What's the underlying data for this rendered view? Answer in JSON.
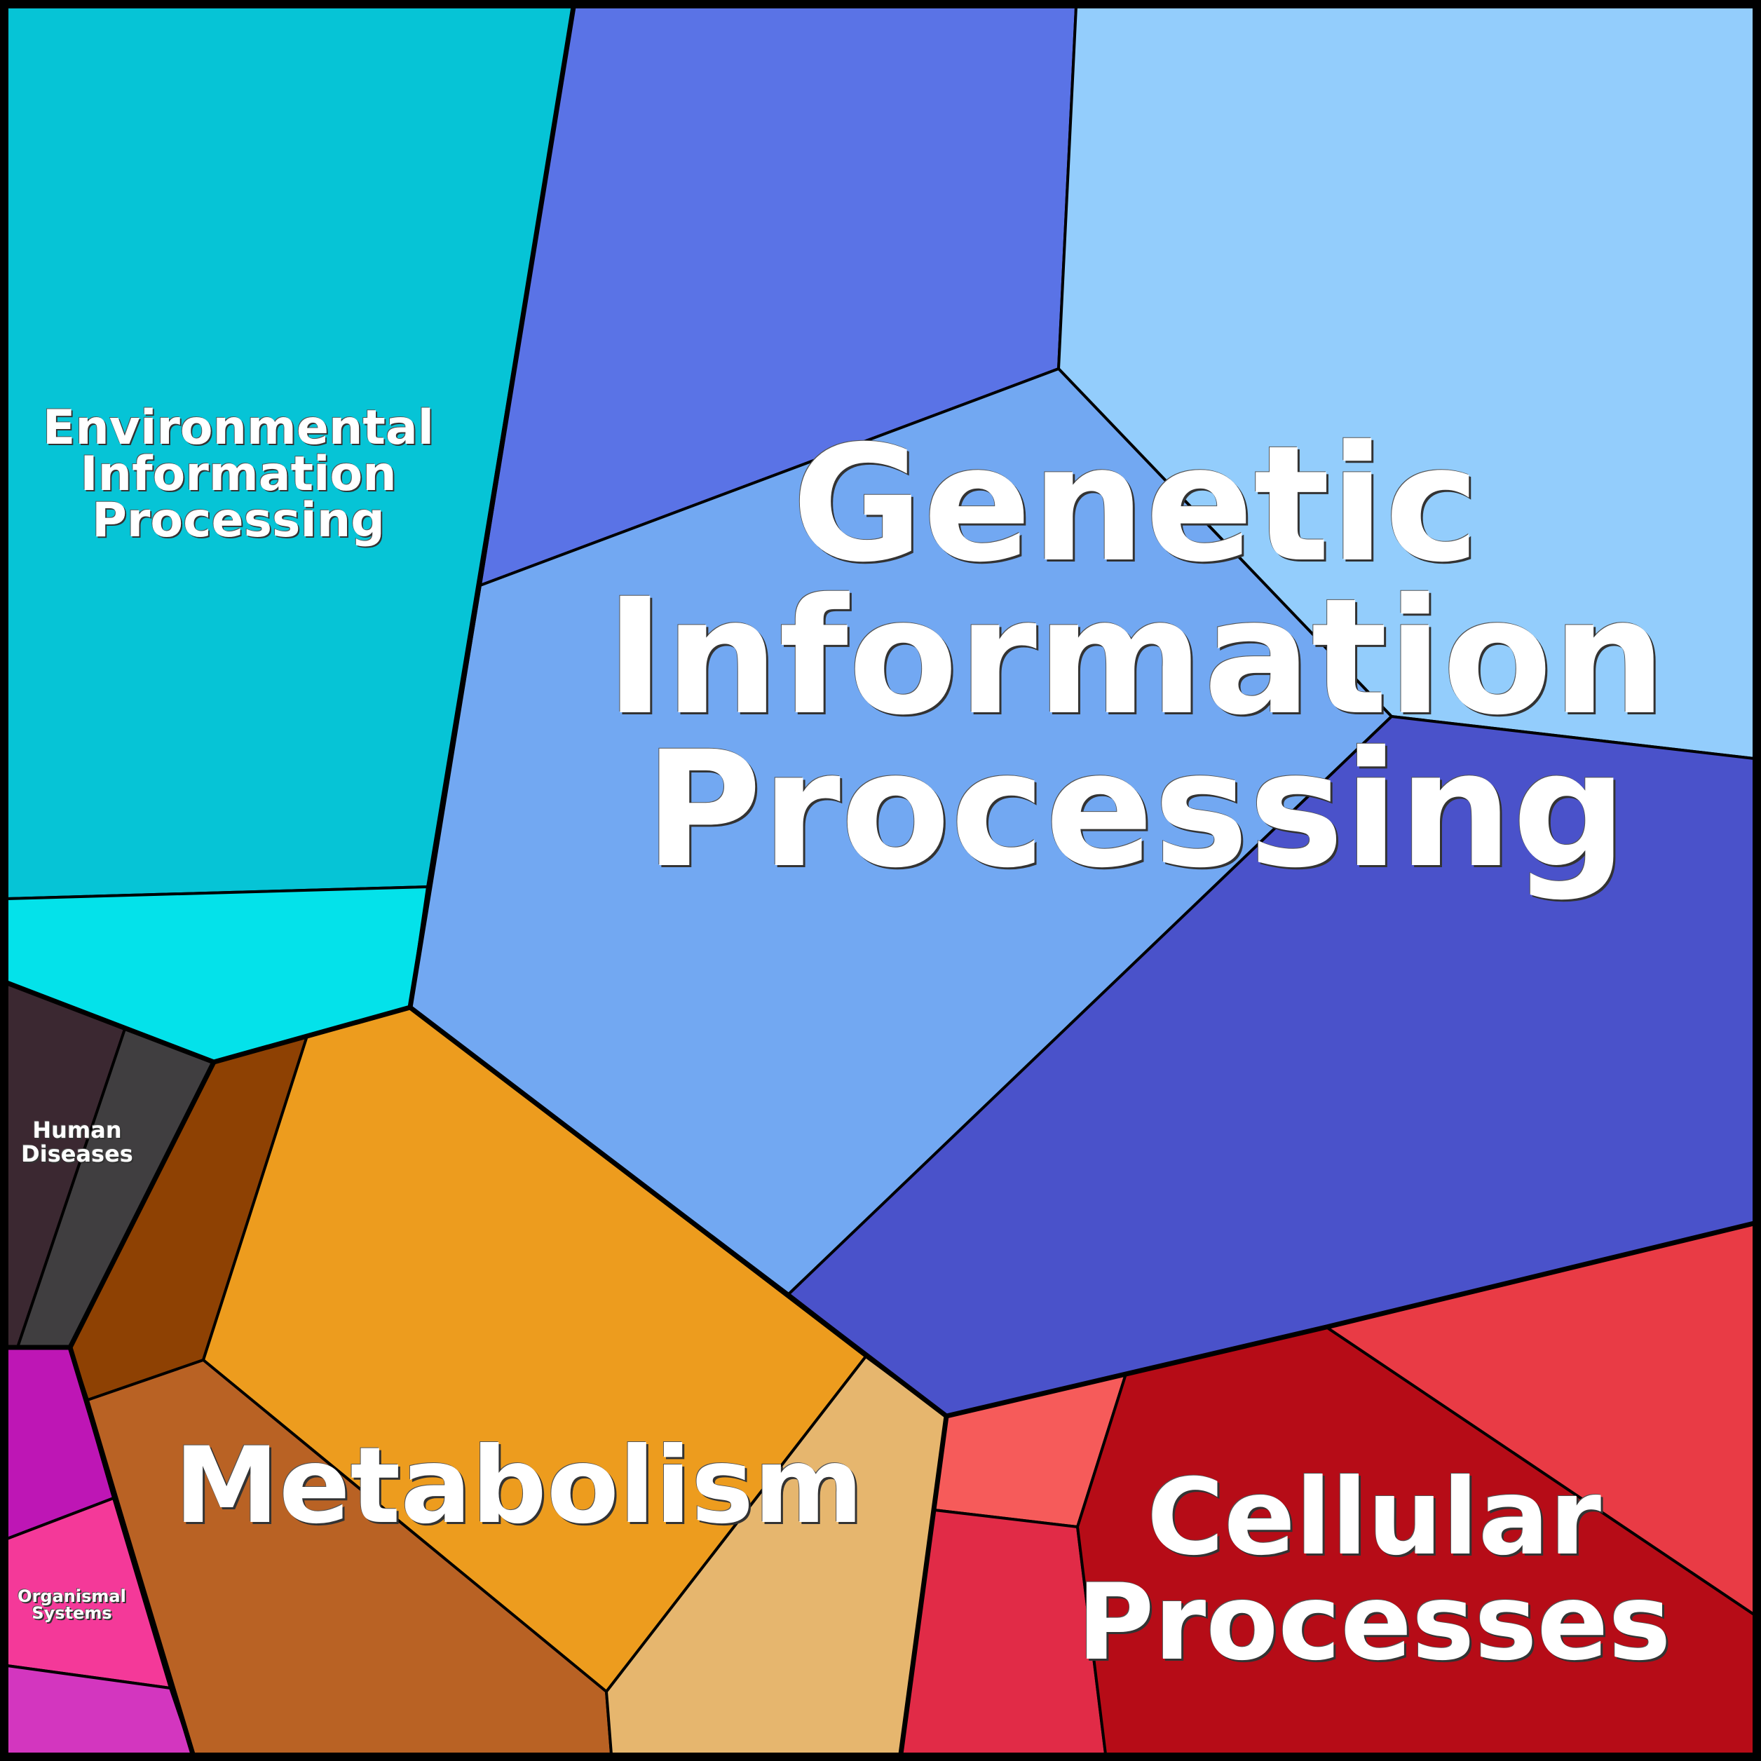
{
  "title": "KEGG pathway Voronoi treemap",
  "categories": [
    {
      "id": "environmental",
      "label_lines": [
        "Environmental",
        "Information",
        "Processing"
      ],
      "cells": [
        "#06c4d6",
        "#04e2ea"
      ]
    },
    {
      "id": "genetic",
      "label_lines": [
        "Genetic",
        "Information",
        "Processing"
      ],
      "cells": [
        "#5a73e6",
        "#93cdfc",
        "#72a8f2",
        "#4a52ca"
      ]
    },
    {
      "id": "human_diseases",
      "label_lines": [
        "Human",
        "Diseases"
      ],
      "cells": [
        "#3b2831",
        "#403e40"
      ]
    },
    {
      "id": "metabolism",
      "label_lines": [
        "Metabolism"
      ],
      "cells": [
        "#8e4103",
        "#ed9c1e",
        "#b96224",
        "#e6b66e"
      ]
    },
    {
      "id": "cellular",
      "label_lines": [
        "Cellular",
        "Processes"
      ],
      "cells": [
        "#f65b5a",
        "#e12b47",
        "#b60c17",
        "#e93b45"
      ]
    },
    {
      "id": "organismal",
      "label_lines": [
        "Organismal",
        "Systems"
      ],
      "cells": [
        "#be16b5",
        "#f43999",
        "#d336bf"
      ]
    }
  ]
}
